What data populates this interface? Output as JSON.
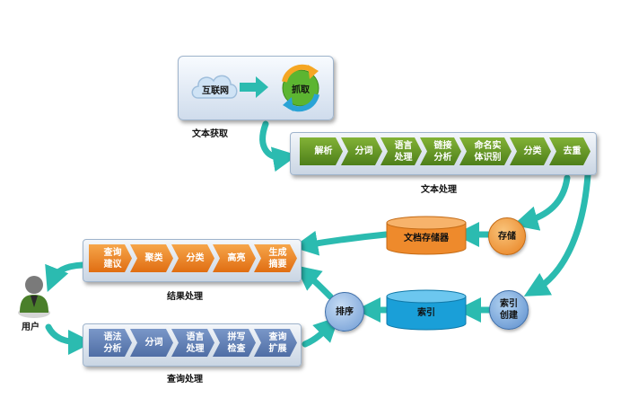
{
  "acquisition": {
    "internet": "互联网",
    "crawl": "抓取",
    "caption": "文本获取"
  },
  "text_processing": {
    "caption": "文本处理",
    "steps": [
      "解析",
      "分词",
      "语言\n处理",
      "链接\n分析",
      "命名实\n体识别",
      "分类",
      "去重"
    ]
  },
  "storage": {
    "doc_store": "文档存储器",
    "store_node": "存储"
  },
  "indexing": {
    "index": "索引",
    "create_node": "索引\n创建"
  },
  "ranking": {
    "label": "排序"
  },
  "result_processing": {
    "caption": "结果处理",
    "steps": [
      "查询\n建议",
      "聚类",
      "分类",
      "高亮",
      "生成\n摘要"
    ]
  },
  "query_processing": {
    "caption": "查询处理",
    "steps": [
      "语法\n分析",
      "分词",
      "语言\n处理",
      "拼写\n检查",
      "查询\n扩展"
    ]
  },
  "user": {
    "label": "用户"
  },
  "colors": {
    "arrow": "#2bbbb0",
    "green": "#5c8c22",
    "orange": "#ee8a2c",
    "blue": "#5a78ad",
    "cyan": "#1a9fd8"
  }
}
